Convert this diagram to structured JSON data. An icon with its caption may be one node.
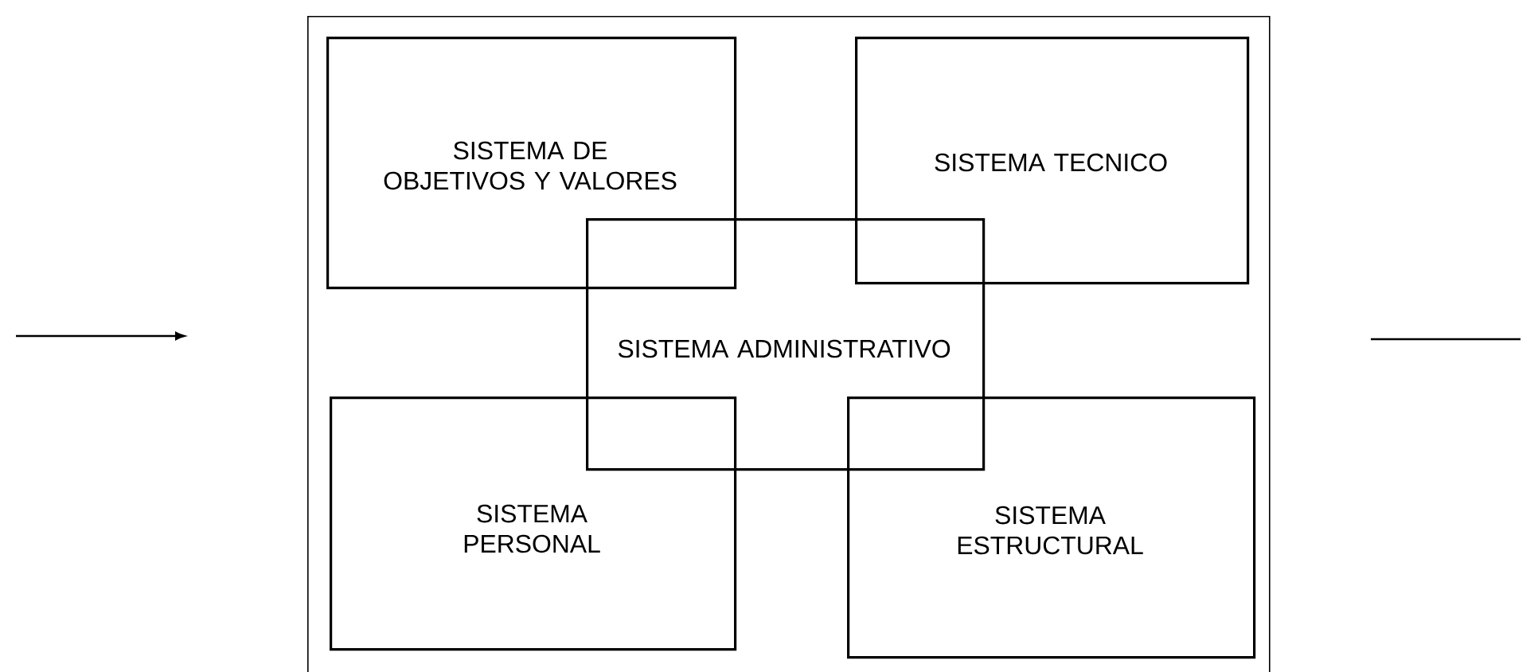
{
  "diagram": {
    "nodes": [
      {
        "text": [],
        "shape": "box"
      },
      {
        "text": [
          "SISTEMA DE OBJETIVOS Y VALORES"
        ],
        "in": 0
      },
      {
        "text": [
          "SISTEMA TECNICO"
        ],
        "in": 0
      },
      {
        "text": [
          "SISTEMA ADMINISTRATIVO"
        ],
        "in": 0
      },
      {
        "text": [
          "SISTEMA PERSONAL"
        ],
        "in": 0
      },
      {
        "text": [
          "SISTEMA ESTRUCTURAL"
        ],
        "in": 0
      }
    ]
  }
}
